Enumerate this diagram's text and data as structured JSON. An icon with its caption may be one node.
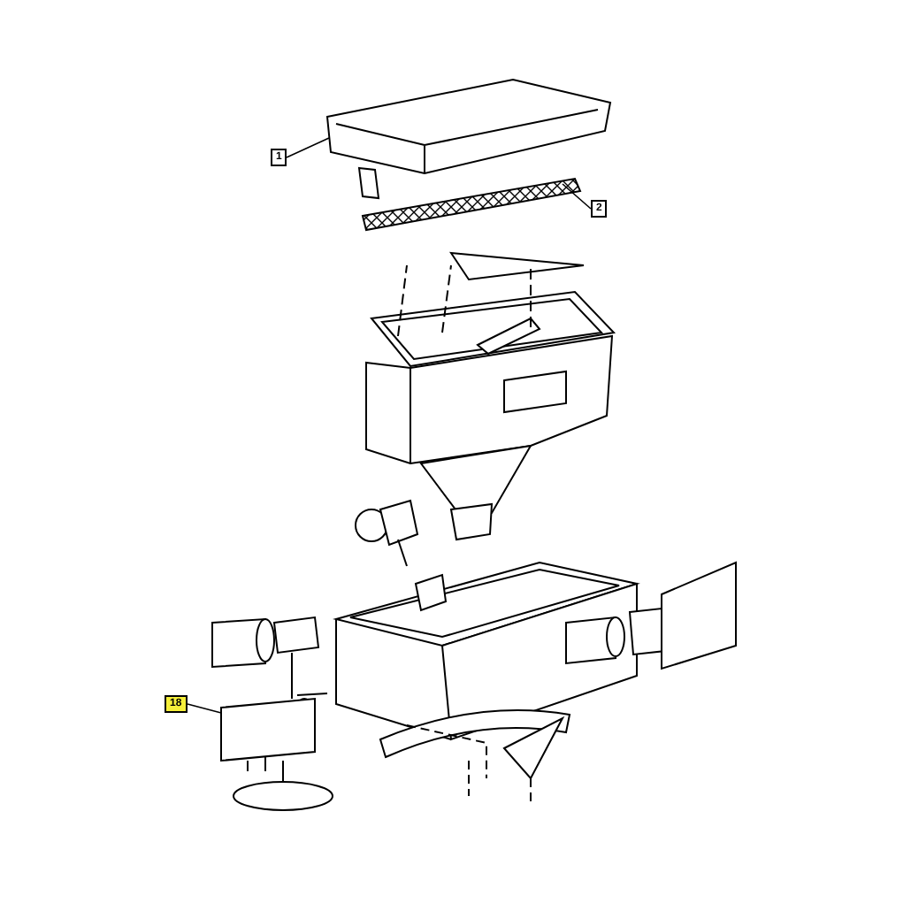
{
  "diagram": {
    "nodes": [
      {
        "text": [
          "1"
        ]
      },
      {
        "text": [
          "2"
        ]
      },
      {
        "text": [
          "18"
        ]
      }
    ],
    "edges": [
      {
        "from": 0,
        "to": null,
        "arrow": "none"
      },
      {
        "from": 1,
        "to": null,
        "arrow": "none"
      },
      {
        "from": 2,
        "to": null,
        "arrow": "none"
      }
    ]
  }
}
